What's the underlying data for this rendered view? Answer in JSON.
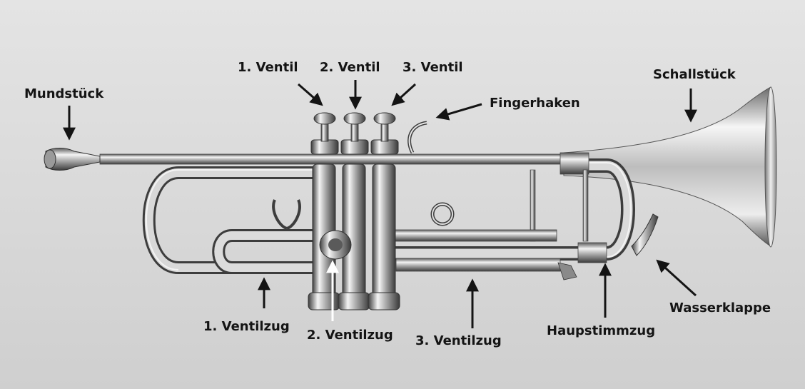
{
  "labels": {
    "mundstueck": "Mundstück",
    "ventil_1": "1. Ventil",
    "ventil_2": "2. Ventil",
    "ventil_3": "3. Ventil",
    "fingerhaken": "Fingerhaken",
    "schallstueck": "Schallstück",
    "ventilzug_1": "1. Ventilzug",
    "ventilzug_2": "2. Ventilzug",
    "ventilzug_3": "3. Ventilzug",
    "haupstimmzug": "Haupstimmzug",
    "wasserklappe": "Wasserklappe"
  },
  "colors": {
    "background": "#d9d9d9",
    "label_text": "#141414",
    "arrow": "#141414",
    "arrow_light": "#ffffff",
    "metal_highlight": "#f2f2f2",
    "metal_mid": "#a8a8a8",
    "metal_dark": "#4a4a4a"
  }
}
